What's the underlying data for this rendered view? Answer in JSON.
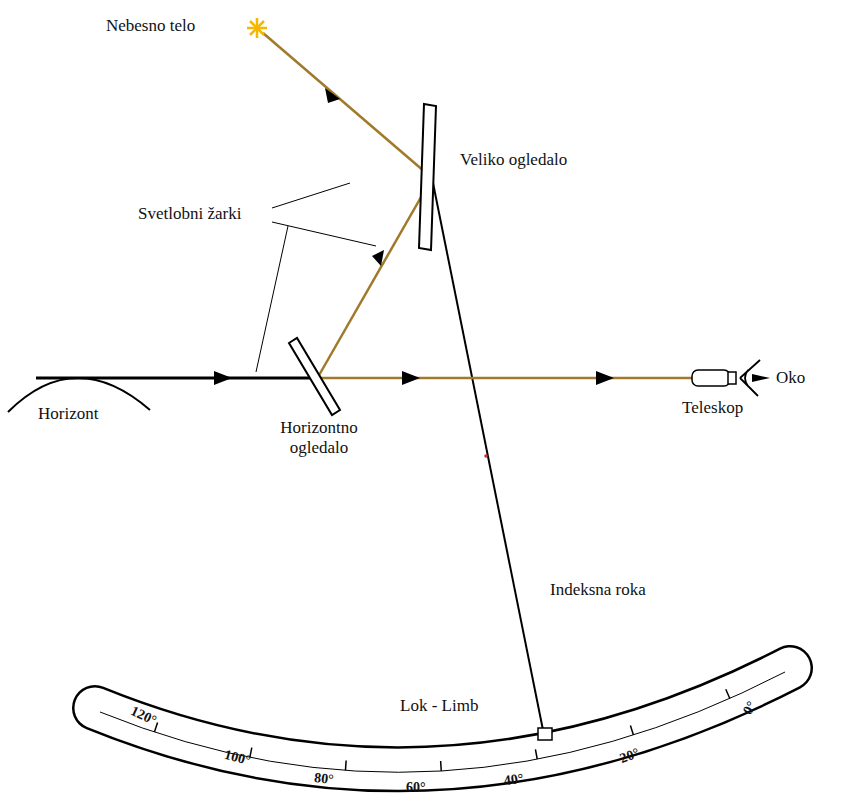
{
  "diagram": {
    "labels": [
      "Nebesno telo",
      "Svetlobni žarki",
      "Veliko ogledalo",
      "Horizont",
      "Horizontno ogledalo",
      "Teleskop",
      "Oko",
      "Indeksna roka",
      "Lok - Limb",
      "120°",
      "100°",
      "80°",
      "60°",
      "40°",
      "20°",
      "0°"
    ]
  }
}
